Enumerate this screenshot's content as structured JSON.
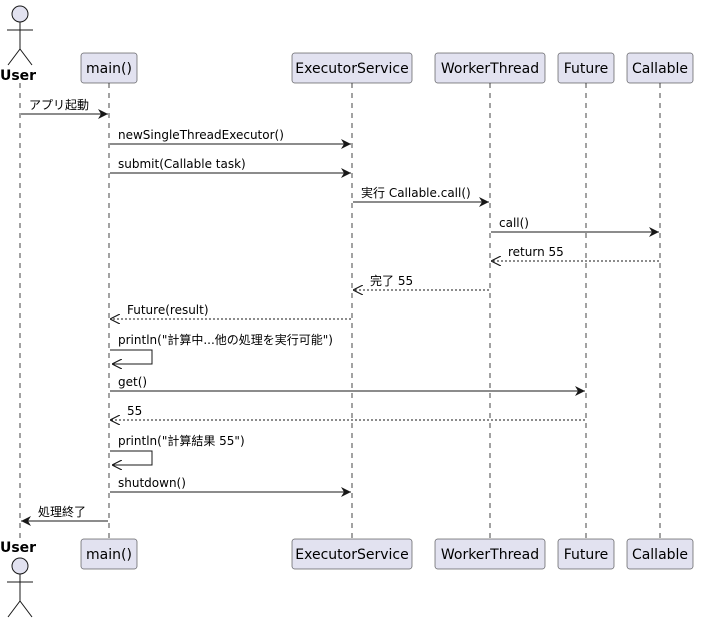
{
  "participants": [
    {
      "id": "user",
      "label": "User",
      "kind": "actor"
    },
    {
      "id": "main",
      "label": "main()",
      "kind": "box"
    },
    {
      "id": "executor",
      "label": "ExecutorService",
      "kind": "box"
    },
    {
      "id": "worker",
      "label": "WorkerThread",
      "kind": "box"
    },
    {
      "id": "future",
      "label": "Future",
      "kind": "box"
    },
    {
      "id": "callable",
      "label": "Callable",
      "kind": "box"
    }
  ],
  "messages": [
    {
      "from": "user",
      "to": "main",
      "label": "アプリ起動",
      "style": "solid"
    },
    {
      "from": "main",
      "to": "executor",
      "label": "newSingleThreadExecutor()",
      "style": "solid"
    },
    {
      "from": "main",
      "to": "executor",
      "label": "submit(Callable task)",
      "style": "solid"
    },
    {
      "from": "executor",
      "to": "worker",
      "label": "実行 Callable.call()",
      "style": "solid"
    },
    {
      "from": "worker",
      "to": "callable",
      "label": "call()",
      "style": "solid"
    },
    {
      "from": "callable",
      "to": "worker",
      "label": "return 55",
      "style": "dashed"
    },
    {
      "from": "worker",
      "to": "executor",
      "label": "完了 55",
      "style": "dashed"
    },
    {
      "from": "executor",
      "to": "main",
      "label": "Future(result)",
      "style": "dashed"
    },
    {
      "from": "main",
      "to": "main",
      "label": "println(\"計算中...他の処理を実行可能\")",
      "style": "self"
    },
    {
      "from": "main",
      "to": "future",
      "label": "get()",
      "style": "solid"
    },
    {
      "from": "future",
      "to": "main",
      "label": "55",
      "style": "dashed"
    },
    {
      "from": "main",
      "to": "main",
      "label": "println(\"計算結果  55\")",
      "style": "self"
    },
    {
      "from": "main",
      "to": "executor",
      "label": "shutdown()",
      "style": "solid"
    },
    {
      "from": "main",
      "to": "user",
      "label": "処理終了",
      "style": "solid"
    }
  ],
  "colors": {
    "box_fill": "#E2E2F0",
    "box_stroke": "#181818",
    "lifeline": "#181818",
    "arrow": "#181818"
  }
}
